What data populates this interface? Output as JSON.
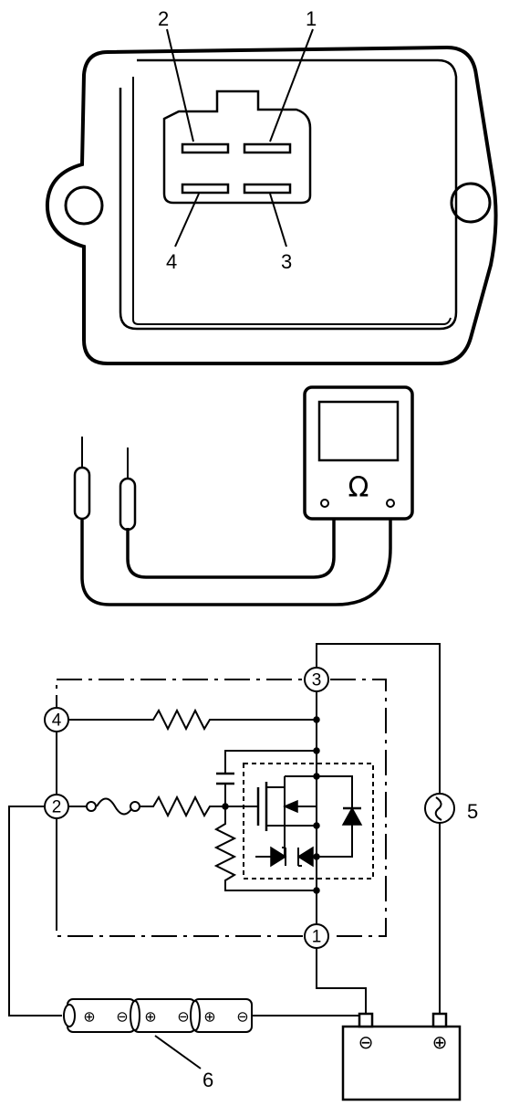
{
  "connector": {
    "pins": [
      {
        "label": "2"
      },
      {
        "label": "1"
      },
      {
        "label": "4"
      },
      {
        "label": "3"
      }
    ]
  },
  "meter": {
    "symbol": "Ω"
  },
  "circuit": {
    "nodes": [
      {
        "label": "3"
      },
      {
        "label": "4"
      },
      {
        "label": "2"
      },
      {
        "label": "1"
      }
    ],
    "callouts": [
      {
        "label": "5"
      },
      {
        "label": "6"
      }
    ],
    "battery_terminals": {
      "negative": "⊖",
      "positive": "⊕"
    },
    "cell_marks": [
      "⊕",
      "⊖",
      "⊕",
      "⊖",
      "⊕",
      "⊖"
    ]
  }
}
